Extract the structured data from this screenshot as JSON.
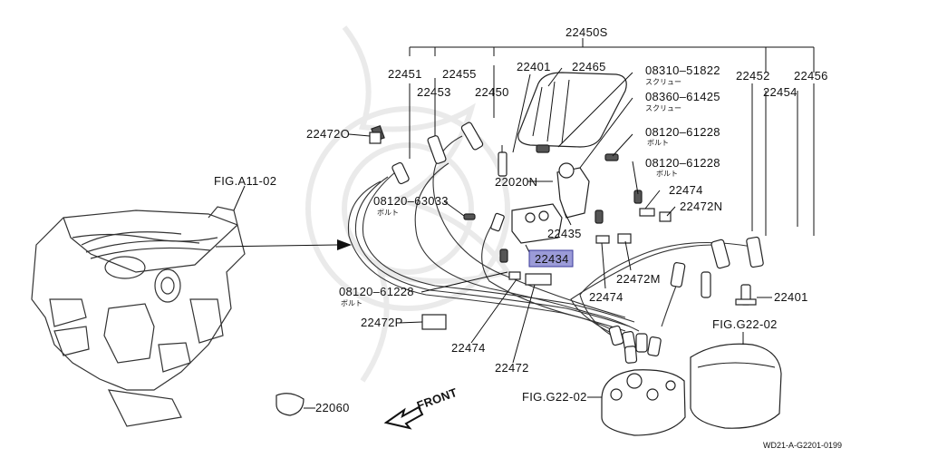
{
  "diagram": {
    "callouts": {
      "c22450S": "22450S",
      "c22465": "22465",
      "c22451": "22451",
      "c22455": "22455",
      "c22453": "22453",
      "c22401_top": "22401",
      "c22450": "22450",
      "c08310": "08310–51822",
      "c08310_sub": "スクリュー",
      "c08360": "08360–61425",
      "c08360_sub": "スクリュー",
      "c22452": "22452",
      "c22456": "22456",
      "c22454": "22454",
      "c22472O": "22472O",
      "c08120_61228_a": "08120–61228",
      "c08120_61228_a_sub": "ボルト",
      "c08120_61228_b": "08120–61228",
      "c08120_61228_b_sub": "ボルト",
      "c22020N": "22020N",
      "c22474_a": "22474",
      "c22472N": "22472N",
      "figA11": "FIG.A11-02",
      "c08120_63033": "08120–63033",
      "c08120_63033_sub": "ボルト",
      "c22435": "22435",
      "c22434": "22434",
      "c22472M": "22472M",
      "c22474_b": "22474",
      "c22401_right": "22401",
      "c08120_61228_c": "08120–61228",
      "c08120_61228_c_sub": "ボルト",
      "figG22_right": "FIG.G22-02",
      "c22472P": "22472P",
      "c22474_c": "22474",
      "c22472": "22472",
      "c22060": "22060",
      "front": "FRONT",
      "figG22_bottom": "FIG.G22-02",
      "drawing_code": "WD21-A-G2201-0199"
    },
    "highlight_color": "#9b9bd8"
  }
}
